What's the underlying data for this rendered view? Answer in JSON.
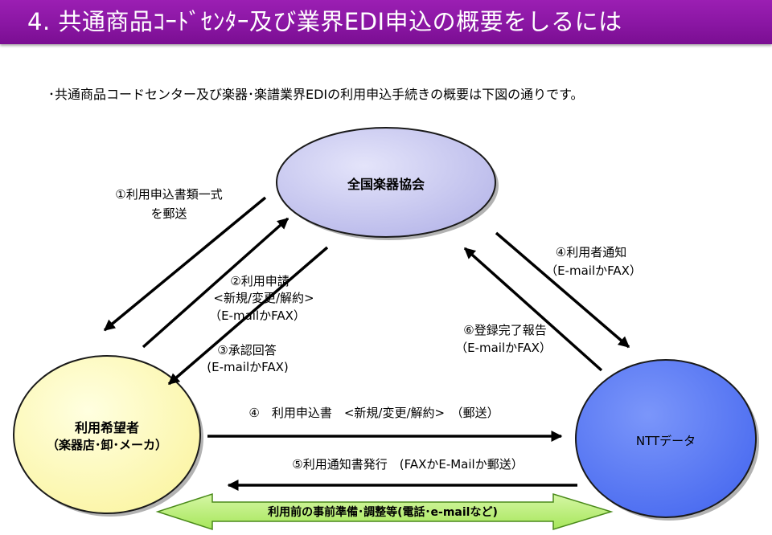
{
  "header": {
    "title": "4. 共通商品ｺｰﾄﾞｾﾝﾀｰ及び業界EDI申込の概要をしるには"
  },
  "intro": "･共通商品コードセンター及び楽器･楽譜業界EDIの利用申込手続きの概要は下図の通りです。",
  "nodes": {
    "association": {
      "label": "全国楽器協会"
    },
    "applicant": {
      "line1": "利用希望者",
      "line2": "（楽器店･卸･メーカ）"
    },
    "ntt": {
      "label": "NTTデータ"
    }
  },
  "labels": {
    "step1_line1": "①利用申込書類一式",
    "step1_line2": "を郵送",
    "step2_line1": "②利用申請",
    "step2_line2": "<新規/変更/解約>",
    "step2_line3": "（E-mailかFAX）",
    "step3_line1": "③承認回答",
    "step3_line2": "(E-mailかFAX)",
    "step4a_line1": "④利用者通知",
    "step4a_line2": "（E-mailかFAX）",
    "step6_line1": "⑥登録完了報告",
    "step6_line2": "（E-mailかFAX）",
    "step4b": "④　利用申込書　<新規/変更/解約>　（郵送）",
    "step5": "⑤利用通知書発行　(FAXかE-Mailか郵送）"
  },
  "banner": {
    "label": "利用前の事前準備･調整等(電話･e-mailなど)"
  },
  "colors": {
    "header_bg": "#8a16a3",
    "association_fill": "#c8c8f0",
    "applicant_fill": "#ffffc0",
    "ntt_fill": "#5f7ff7",
    "banner_fill": "#b8ee6e",
    "arrow": "#000000"
  }
}
